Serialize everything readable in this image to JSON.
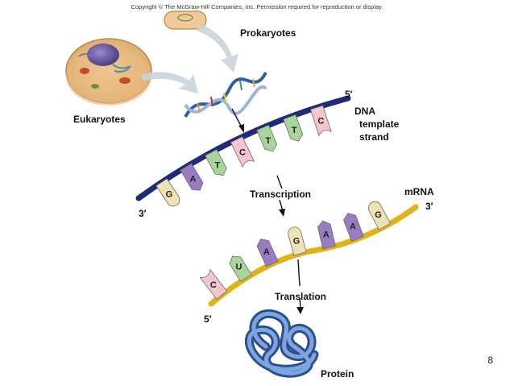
{
  "copyright": "Copyright © The McGraw-Hill Companies, Inc. Permission required for reproduction or display.",
  "labels": {
    "prokaryotes": "Prokaryotes",
    "eukaryotes": "Eukaryotes",
    "dna_line1": "DNA",
    "dna_line2": "template",
    "dna_line3": "strand",
    "dna_5prime": "5′",
    "dna_3prime": "3′",
    "transcription": "Transcription",
    "mrna": "mRNA",
    "mrna_3prime": "3′",
    "mrna_5prime": "5′",
    "translation": "Translation",
    "protein": "Protein"
  },
  "dna_bases": [
    "G",
    "A",
    "T",
    "C",
    "T",
    "T",
    "C"
  ],
  "mrna_bases": [
    "C",
    "U",
    "A",
    "G",
    "A",
    "A",
    "G"
  ],
  "page_number": "8",
  "colors": {
    "dna_strand": "#1f2a7a",
    "mrna_strand": "#e0b418",
    "base_G": "#eee3b4",
    "base_A": "#9a7cc0",
    "base_T": "#a9d49a",
    "base_U": "#a9d49a",
    "base_C": "#f2c6cc",
    "protein": "#3e6fb5",
    "arrow": "#c9d5dc"
  }
}
